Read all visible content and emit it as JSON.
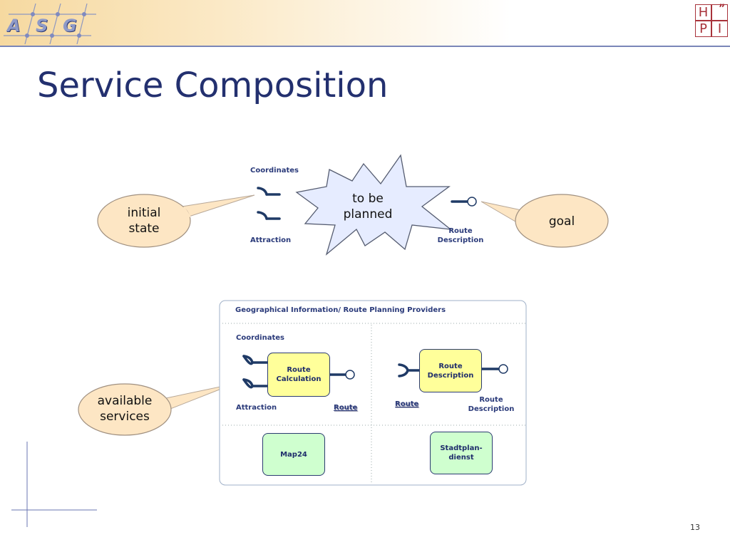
{
  "header": {
    "logo_letters": [
      "A",
      "S",
      "G"
    ],
    "hpi_letters": [
      "H",
      "P",
      "I"
    ]
  },
  "title": "Service Composition",
  "goal_diagram": {
    "input_top_label": "Coordinates",
    "input_bottom_label": "Attraction",
    "star_text_line1": "to be",
    "star_text_line2": "planned",
    "output_label_line1": "Route",
    "output_label_line2": "Description",
    "initial_state_line1": "initial",
    "initial_state_line2": "state",
    "goal_text": "goal"
  },
  "services_panel": {
    "header": "Geographical Information/ Route Planning Providers",
    "left": {
      "top_label": "Coordinates",
      "node_line1": "Route",
      "node_line2": "Calculation",
      "bottom_label": "Attraction",
      "output_label": "Route"
    },
    "right": {
      "node_line1": "Route",
      "node_line2": "Description",
      "input_label": "Route",
      "output_label_line1": "Route",
      "output_label_line2": "Description"
    },
    "provider_left": "Map24",
    "provider_right_line1": "Stadtplan-",
    "provider_right_line2": "dienst"
  },
  "available_services_line1": "available",
  "available_services_line2": "services",
  "page_number": "13",
  "colors": {
    "title": "#23306f",
    "connector": "#1f3a66",
    "service_node": "#ffff9a",
    "provider_node": "#cfffcf",
    "bubble": "#fde6c4"
  }
}
